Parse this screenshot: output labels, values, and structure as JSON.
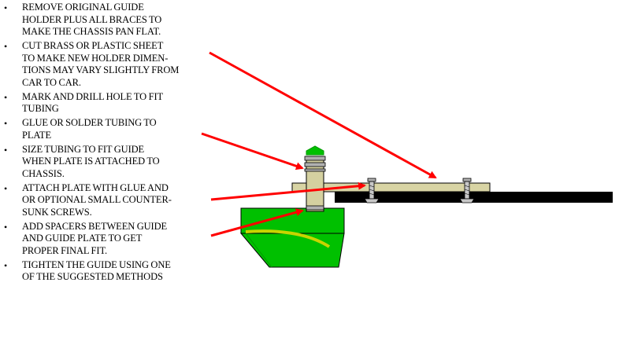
{
  "steps": [
    {
      "text": "REMOVE ORIGINAL GUIDE\nHOLDER PLUS ALL BRACES TO\nMAKE THE CHASSIS PAN FLAT."
    },
    {
      "text": "CUT BRASS OR PLASTIC SHEET\nTO MAKE NEW HOLDER DIMEN-\nTIONS MAY VARY SLIGHTLY FROM\nCAR TO CAR."
    },
    {
      "text": "MARK AND DRILL HOLE TO FIT\nTUBING"
    },
    {
      "text": "GLUE OR SOLDER TUBING TO\nPLATE"
    },
    {
      "text": "SIZE TUBING TO FIT GUIDE\nWHEN PLATE IS ATTACHED TO\nCHASSIS."
    },
    {
      "text": "ATTACH PLATE WITH GLUE AND\nOR OPTIONAL SMALL COUNTER-\nSUNK SCREWS."
    },
    {
      "text": "ADD SPACERS BETWEEN GUIDE\nAND GUIDE PLATE TO GET\nPROPER FINAL FIT."
    },
    {
      "text": "TIGHTEN THE GUIDE USING ONE\nOF THE SUGGESTED METHODS"
    }
  ],
  "bullet_glyph": "•",
  "colors": {
    "arrow": "#ff0000",
    "guide_body": "#00c000",
    "guide_shadow": "#009a00",
    "braid": "#c8d400",
    "tubing": "#d4d0a0",
    "plate": "#d8d4a4",
    "chassis": "#000000",
    "screw": "#b0b0b0"
  },
  "icons": {
    "bullet": "bullet-dot-icon",
    "arrow": "red-pointer-arrow-icon",
    "screw": "countersunk-screw-icon"
  }
}
